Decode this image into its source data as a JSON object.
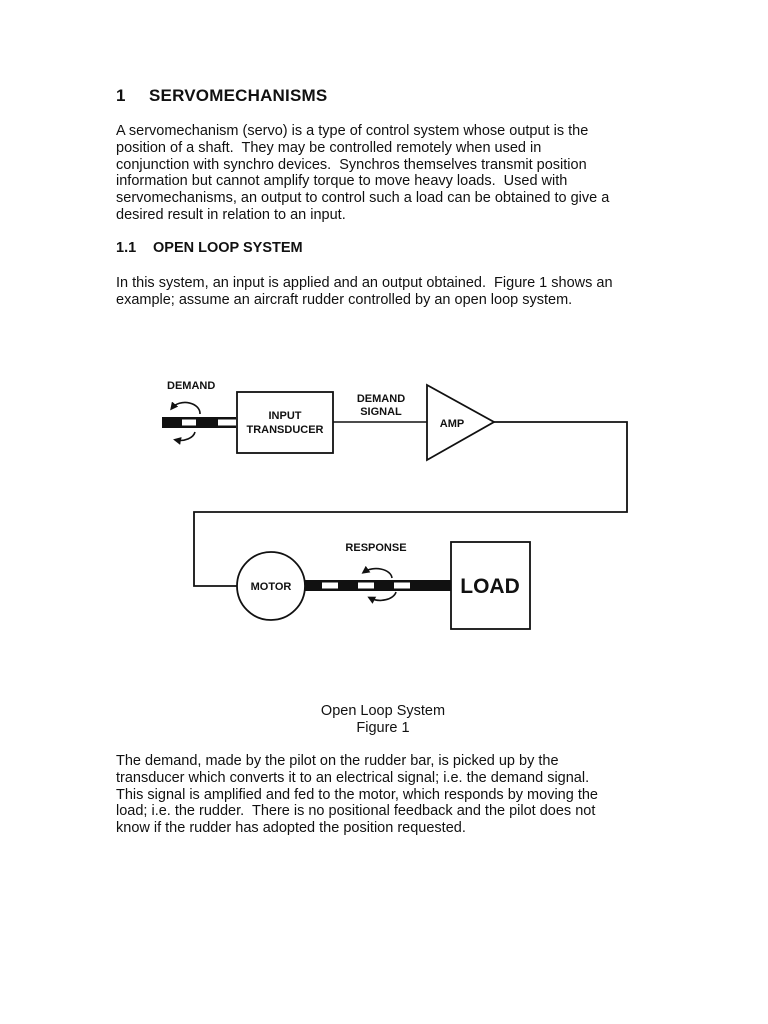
{
  "section": {
    "number": "1",
    "title": "SERVOMECHANISMS",
    "intro_lines": [
      "A servomechanism (servo) is a type of control system whose output is the",
      "position of a shaft.  They may be controlled remotely when used in",
      "conjunction with synchro devices.  Synchros themselves transmit position",
      "information but cannot amplify torque to move heavy loads.  Used with",
      "servomechanisms, an output to control such a load can be obtained to give a",
      "desired result in relation to an input."
    ]
  },
  "subsection": {
    "number": "1.1",
    "title": "OPEN LOOP SYSTEM",
    "intro_lines": [
      "In this system, an input is applied and an output obtained.  Figure 1 shows an",
      "example; assume an aircraft rudder controlled by an open loop system."
    ]
  },
  "figure": {
    "labels": {
      "demand": "DEMAND",
      "input_transducer_line1": "INPUT",
      "input_transducer_line2": "TRANSDUCER",
      "demand_signal_line1": "DEMAND",
      "demand_signal_line2": "SIGNAL",
      "amp": "AMP",
      "response": "RESPONSE",
      "motor": "MOTOR",
      "load": "LOAD"
    },
    "caption_title": "Open Loop System",
    "caption_number": "Figure 1"
  },
  "closing_lines": [
    "The demand, made by the pilot on the rudder bar, is picked up by the",
    "transducer which converts it to an electrical signal; i.e. the demand signal.",
    "This signal is amplified and fed to the motor, which responds by moving the",
    "load; i.e. the rudder.  There is no positional feedback and the pilot does not",
    "know if the rudder has adopted the position requested."
  ]
}
